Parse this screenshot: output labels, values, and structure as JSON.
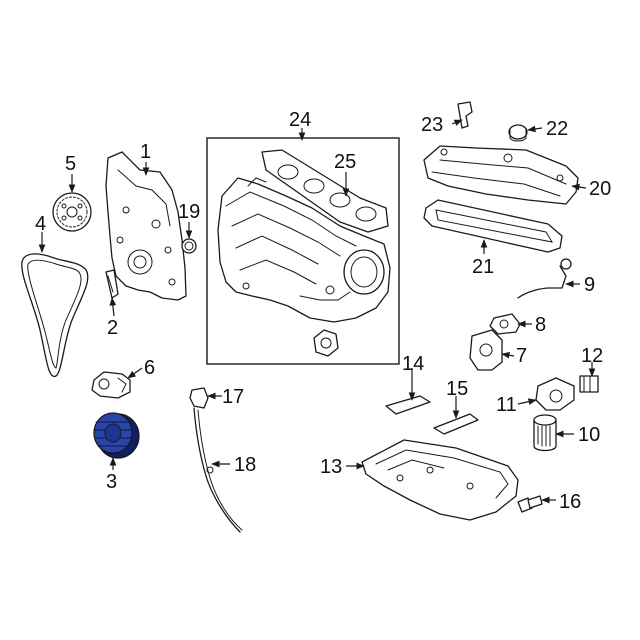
{
  "colors": {
    "line": "#1a1a1a",
    "highlight": "#2a45a8",
    "highlight_dark": "#0f1f66"
  },
  "highlighted_part": "3",
  "callouts": {
    "c1": "1",
    "c2": "2",
    "c3": "3",
    "c4": "4",
    "c5": "5",
    "c6": "6",
    "c7": "7",
    "c8": "8",
    "c9": "9",
    "c10": "10",
    "c11": "11",
    "c12": "12",
    "c13": "13",
    "c14": "14",
    "c15": "15",
    "c16": "16",
    "c17": "17",
    "c18": "18",
    "c19": "19",
    "c20": "20",
    "c21": "21",
    "c22": "22",
    "c23": "23",
    "c24": "24",
    "c25": "25"
  }
}
